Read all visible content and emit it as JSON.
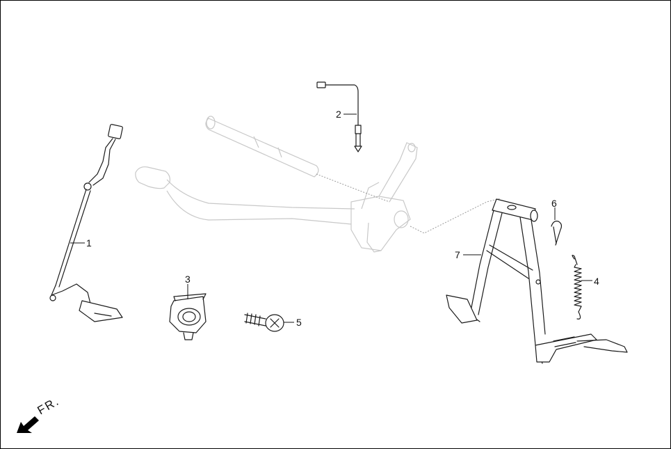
{
  "colors": {
    "line": "#1a1a1a",
    "ghost": "#c8c8c8",
    "background": "#ffffff"
  },
  "callouts": {
    "c1": "1",
    "c2": "2",
    "c3": "3",
    "c4": "4",
    "c5": "5",
    "c6": "6",
    "c7": "7"
  },
  "direction": {
    "text": "FR.",
    "icon": "arrow-front-icon"
  }
}
